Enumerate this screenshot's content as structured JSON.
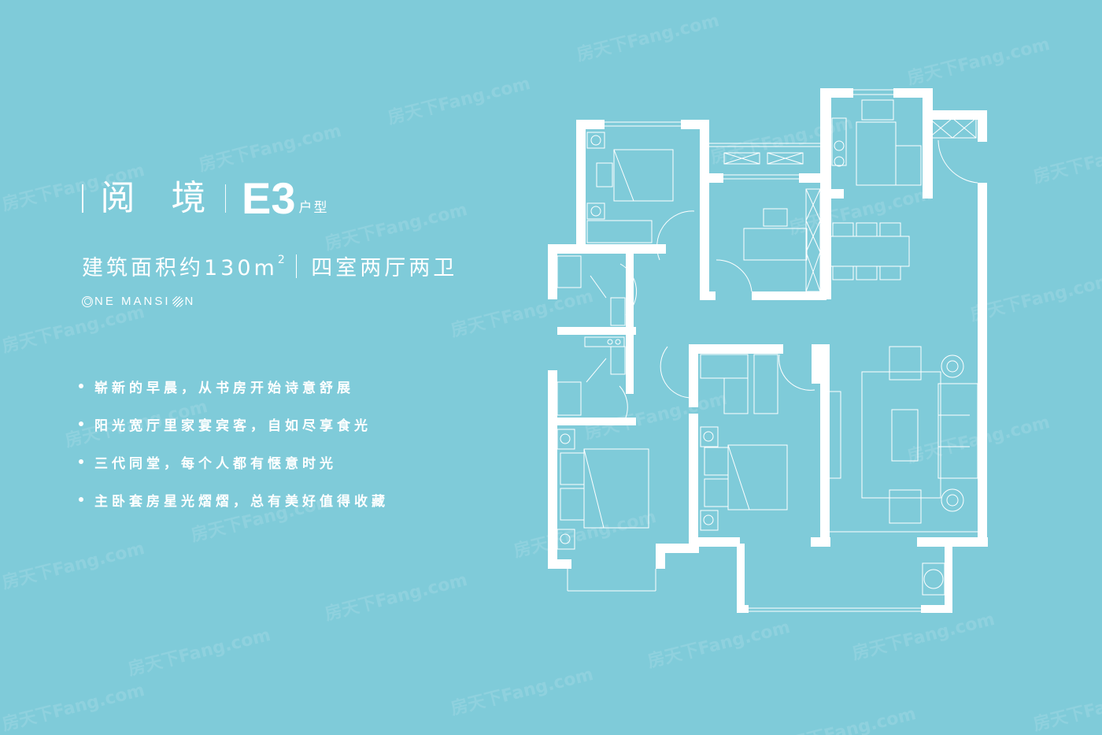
{
  "header": {
    "project_name": "阅 境",
    "unit_code": "E3",
    "unit_suffix": "户型"
  },
  "specs": {
    "area_label": "建筑面积约130m",
    "area_sup": "2",
    "layout": "四室两厅两卫"
  },
  "brand": {
    "prefix": "NE MANSI",
    "suffix": "N"
  },
  "features": [
    "崭新的早晨，从书房开始诗意舒展",
    "阳光宽厅里家宴宾客，自如尽享食光",
    "三代同堂，每个人都有惬意时光",
    "主卧套房星光熠熠，总有美好值得收藏"
  ],
  "watermark": "房天下Fang.com",
  "colors": {
    "background": "#7fcbd9",
    "foreground": "#ffffff"
  }
}
